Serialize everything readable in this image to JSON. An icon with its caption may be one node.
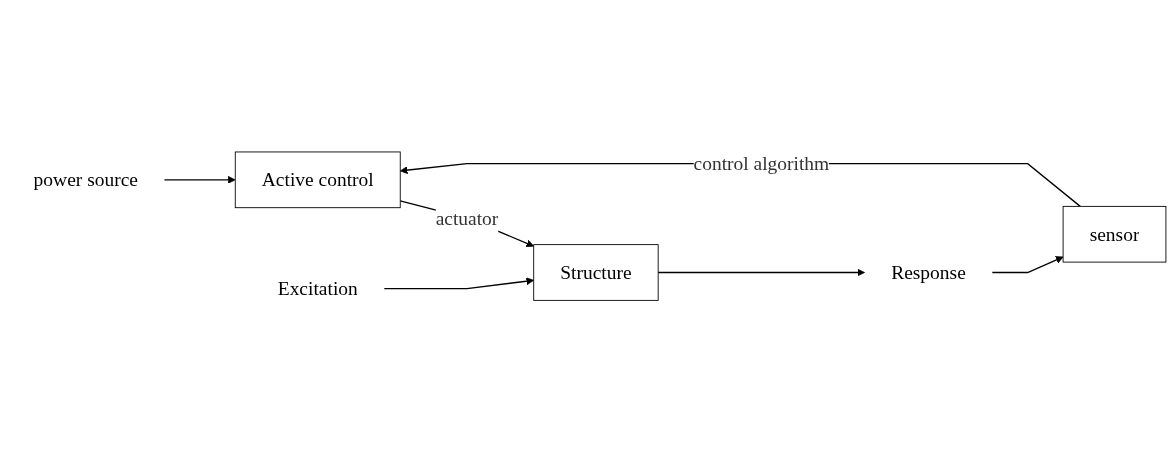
{
  "diagram": {
    "nodes": [
      {
        "text": [
          "power source"
        ]
      },
      {
        "text": [
          "Active control"
        ]
      },
      {
        "text": [
          "sensor"
        ]
      },
      {
        "text": [
          "Excitation"
        ]
      },
      {
        "text": [
          "Structure"
        ]
      },
      {
        "text": [
          "Response"
        ]
      }
    ],
    "edges": [
      {
        "from": 0,
        "to": 1,
        "arrow": "to"
      },
      {
        "from": 2,
        "to": 1,
        "arrow": "to",
        "label": "control algorithm"
      },
      {
        "from": 1,
        "to": 4,
        "arrow": "to",
        "label": "actuator"
      },
      {
        "from": 3,
        "to": 4,
        "arrow": "to"
      },
      {
        "from": 4,
        "to": 5,
        "arrow": "to"
      },
      {
        "from": 5,
        "to": 2,
        "arrow": "to"
      }
    ]
  }
}
